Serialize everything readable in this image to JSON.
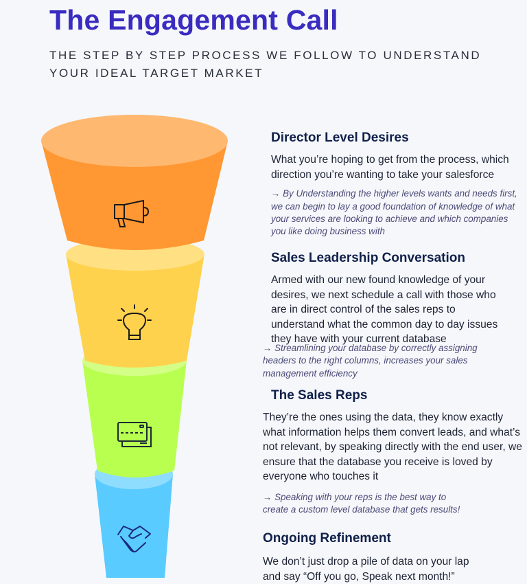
{
  "header": {
    "title": "The Engagement Call",
    "subtitle": "THE STEP BY STEP PROCESS WE FOLLOW TO UNDERSTAND YOUR IDEAL TARGET MARKET"
  },
  "colors": {
    "title": "#3A2CC0",
    "stage1": "#FF9733",
    "stage2": "#FFD24D",
    "stage3": "#B8FF50",
    "stage4": "#59CBFF"
  },
  "stages": [
    {
      "icon": "megaphone-icon",
      "heading": "Director Level Desires",
      "body": "What you’re hoping to get from the process, which direction you’re wanting to take your salesforce",
      "note": "→ By Understanding the higher levels wants and needs first, we can begin to lay a good foundation of knowledge of what your services are looking to achieve and which companies you like doing business with"
    },
    {
      "icon": "lightbulb-icon",
      "heading": "Sales Leadership Conversation",
      "body": "Armed with our new found knowledge of your desires, we next schedule a call with those who are in direct control of the sales reps to understand what the common day to day issues they have with your current database",
      "note": "→ Streamlining your database by correctly assigning headers to the right columns, increases your sales management efficiency"
    },
    {
      "icon": "credit-cards-icon",
      "heading": "The Sales Reps",
      "body": "They’re the ones using the data, they know exactly what information helps them convert leads, and what’s not relevant, by speaking directly with the end user, we ensure that the database you receive is loved by everyone who touches it",
      "note": "→ Speaking with your reps is the best way to create a custom level database that gets results!"
    },
    {
      "icon": "handshake-icon",
      "heading": "Ongoing Refinement",
      "body": "We don’t just drop a pile of data on your lap and say “Off you go, Speak next month!”"
    }
  ]
}
